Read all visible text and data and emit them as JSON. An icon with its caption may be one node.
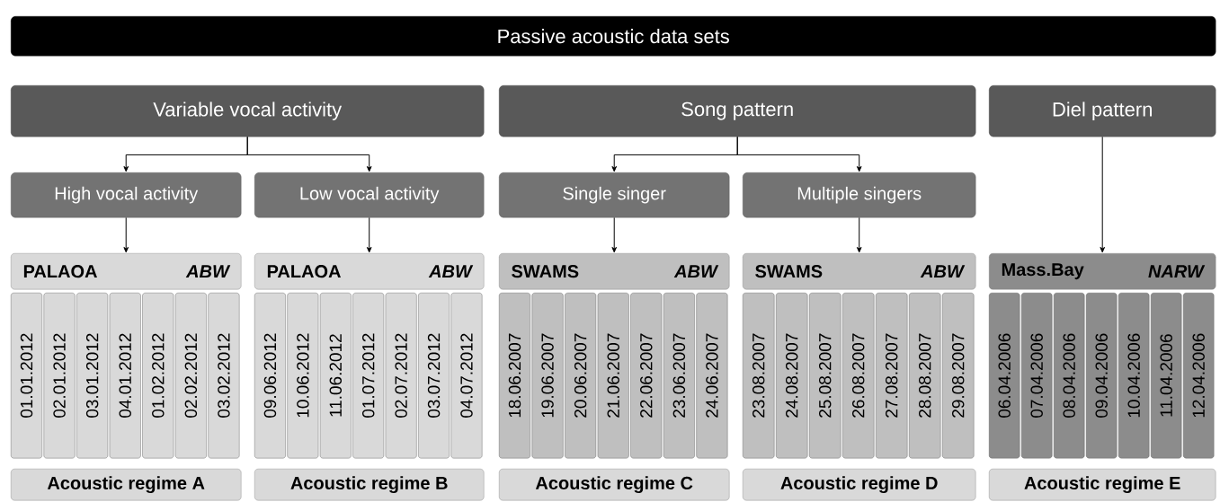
{
  "diagram": {
    "title": "Passive acoustic data sets",
    "nodes": [
      {
        "text": [
          "Variable vocal activity"
        ]
      },
      {
        "text": [
          "Song pattern"
        ]
      },
      {
        "text": [
          "Diel pattern"
        ]
      },
      {
        "text": [
          "High vocal activity"
        ]
      },
      {
        "text": [
          "Low vocal activity"
        ]
      },
      {
        "text": [
          "Single singer"
        ]
      },
      {
        "text": [
          "Multiple singers"
        ]
      },
      {
        "text": [
          "PALAOA",
          "ABW"
        ]
      },
      {
        "text": [
          "PALAOA",
          "ABW"
        ]
      },
      {
        "text": [
          "SWAMS",
          "ABW"
        ]
      },
      {
        "text": [
          "SWAMS",
          "ABW"
        ]
      },
      {
        "text": [
          "Mass.Bay",
          "NARW"
        ]
      },
      {
        "text": [
          "01.01.2012"
        ]
      },
      {
        "text": [
          "02.01.2012"
        ]
      },
      {
        "text": [
          "03.01.2012"
        ]
      },
      {
        "text": [
          "04.01.2012"
        ]
      },
      {
        "text": [
          "01.02.2012"
        ]
      },
      {
        "text": [
          "02.02.2012"
        ]
      },
      {
        "text": [
          "03.02.2012"
        ]
      },
      {
        "text": [
          "09.06.2012"
        ]
      },
      {
        "text": [
          "10.06.2012"
        ]
      },
      {
        "text": [
          "11.06.2012"
        ]
      },
      {
        "text": [
          "01.07.2012"
        ]
      },
      {
        "text": [
          "02.07.2012"
        ]
      },
      {
        "text": [
          "03.07.2012"
        ]
      },
      {
        "text": [
          "04.07.2012"
        ]
      },
      {
        "text": [
          "18.06.2007"
        ]
      },
      {
        "text": [
          "19.06.2007"
        ]
      },
      {
        "text": [
          "20.06.2007"
        ]
      },
      {
        "text": [
          "21.06.2007"
        ]
      },
      {
        "text": [
          "22.06.2007"
        ]
      },
      {
        "text": [
          "23.06.2007"
        ]
      },
      {
        "text": [
          "24.06.2007"
        ]
      },
      {
        "text": [
          "23.08.2007"
        ]
      },
      {
        "text": [
          "24.08.2007"
        ]
      },
      {
        "text": [
          "25.08.2007"
        ]
      },
      {
        "text": [
          "26.08.2007"
        ]
      },
      {
        "text": [
          "27.08.2007"
        ]
      },
      {
        "text": [
          "28.08.2007"
        ]
      },
      {
        "text": [
          "29.08.2007"
        ]
      },
      {
        "text": [
          "06.04.2006"
        ]
      },
      {
        "text": [
          "07.04.2006"
        ]
      },
      {
        "text": [
          "08.04.2006"
        ]
      },
      {
        "text": [
          "09.04.2006"
        ]
      },
      {
        "text": [
          "10.04.2006"
        ]
      },
      {
        "text": [
          "11.04.2006"
        ]
      },
      {
        "text": [
          "12.04.2006"
        ]
      },
      {
        "text": [
          "Acoustic regime A"
        ]
      },
      {
        "text": [
          "Acoustic regime B"
        ]
      },
      {
        "text": [
          "Acoustic regime C"
        ]
      },
      {
        "text": [
          "Acoustic regime D"
        ]
      },
      {
        "text": [
          "Acoustic regime E"
        ]
      }
    ],
    "edges": [
      {
        "from": 0,
        "to": 3,
        "arrow": "to"
      },
      {
        "from": 0,
        "to": 4,
        "arrow": "to"
      },
      {
        "from": 1,
        "to": 5,
        "arrow": "to"
      },
      {
        "from": 1,
        "to": 6,
        "arrow": "to"
      },
      {
        "from": 2,
        "to": 11,
        "arrow": "to"
      },
      {
        "from": 3,
        "to": 7,
        "arrow": "to"
      },
      {
        "from": 4,
        "to": 8,
        "arrow": "to"
      },
      {
        "from": 5,
        "to": 9,
        "arrow": "to"
      },
      {
        "from": 6,
        "to": 10,
        "arrow": "to"
      }
    ]
  }
}
